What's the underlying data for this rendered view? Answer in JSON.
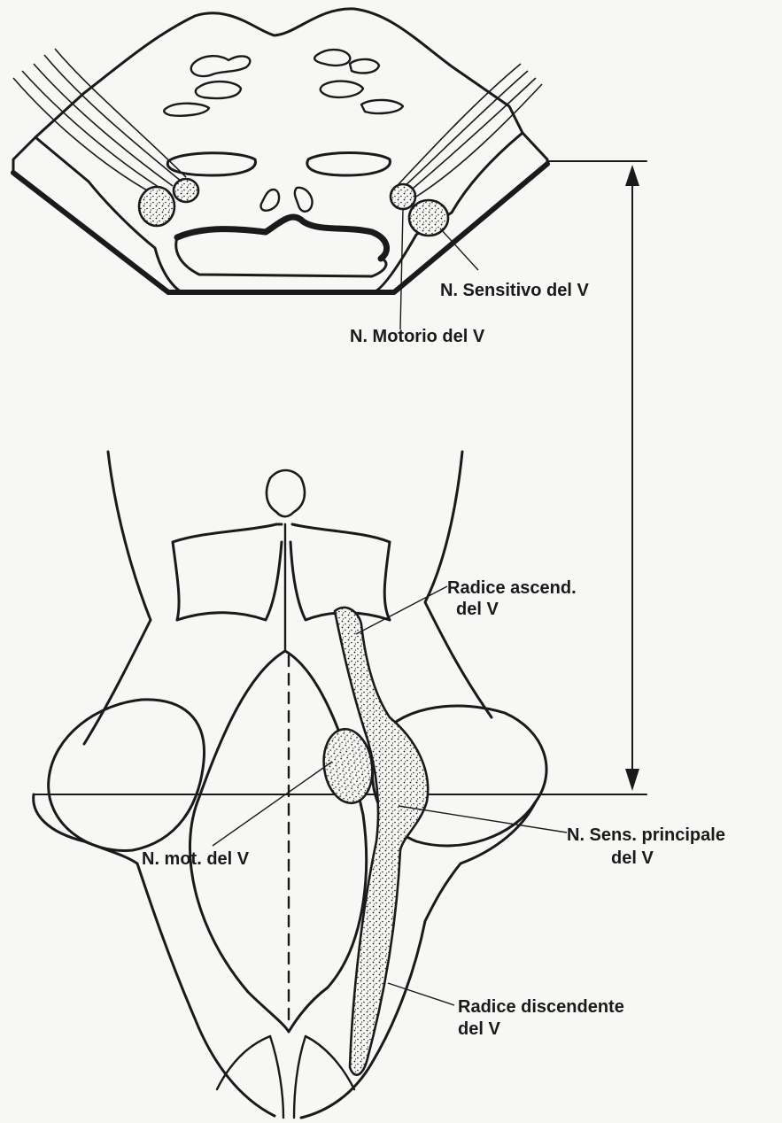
{
  "labels": {
    "n_sensitivo": "N. Sensitivo  del V",
    "n_motorio": "N. Motorio del V",
    "radice_ascend_1": "Radice ascend.",
    "radice_ascend_2": "del V",
    "n_sens_principale_1": "N. Sens. principale",
    "n_sens_principale_2": "del V",
    "n_mot": "N. mot. del V",
    "radice_discendente_1": "Radice discendente",
    "radice_discendente_2": "del V"
  },
  "colors": {
    "ink": "#1a1a1a",
    "paper": "#f7f7f5"
  }
}
